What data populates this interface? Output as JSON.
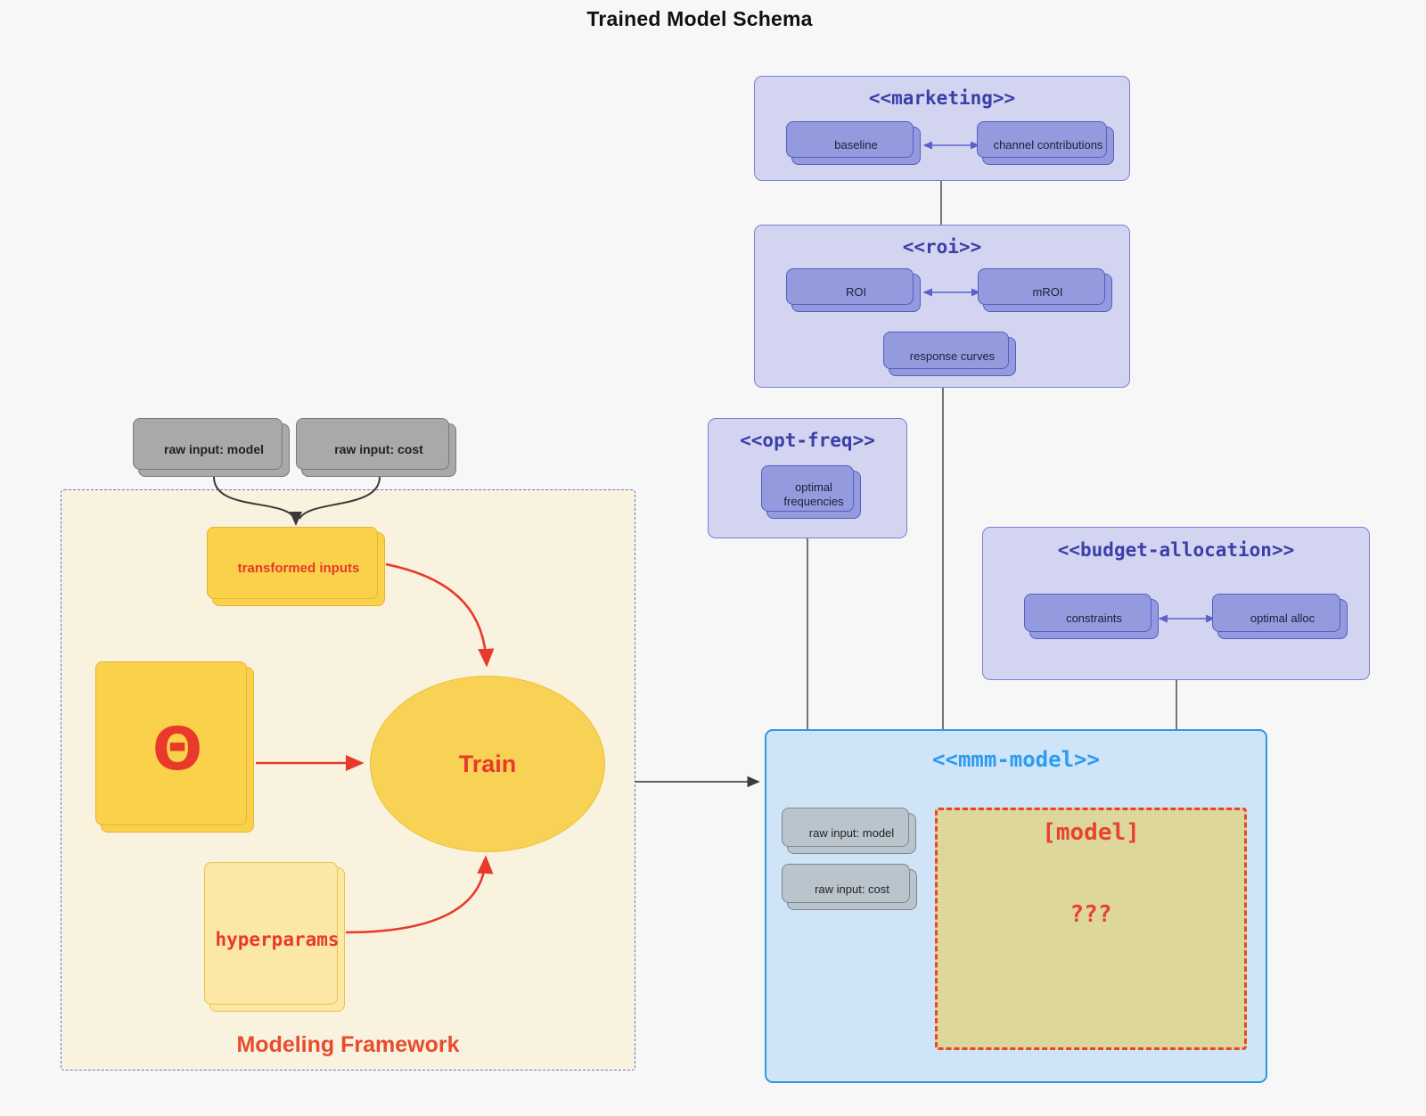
{
  "page_title": "Trained Model Schema",
  "marketing": {
    "title": "<<marketing>>",
    "baseline": "baseline",
    "channel": "channel contributions"
  },
  "roi": {
    "title": "<<roi>>",
    "roi": "ROI",
    "mroi": "mROI",
    "curves": "response curves"
  },
  "opt_freq": {
    "title": "<<opt-freq>>",
    "frequencies": "optimal frequencies"
  },
  "budget": {
    "title": "<<budget-allocation>>",
    "constraints": "constraints",
    "alloc": "optimal alloc"
  },
  "raw_inputs": {
    "model": "raw input: model",
    "cost": "raw input: cost"
  },
  "framework": {
    "label": "Modeling Framework",
    "transformed": "transformed inputs",
    "theta": "Θ",
    "train": "Train",
    "hyperparams": "hyperparams"
  },
  "mmm": {
    "title": "<<mmm-model>>",
    "raw_model": "raw input: model",
    "raw_cost": "raw input: cost",
    "model": "[model]",
    "unknown": "???"
  },
  "colors": {
    "background": "#f7f7f8",
    "lavender_fill": "#d3d5f0",
    "lavender_border": "#7b80d4",
    "stereotype_text": "#3a3fa9",
    "purple_node_fill": "#949ade",
    "purple_node_border": "#565cc1",
    "purple_arrow": "#5c61c9",
    "gray_node_fill": "#a9a9a9",
    "graymmm_node_fill": "#b9c4cc",
    "mmm_fill": "#cfe4f7",
    "mmm_border": "#2b9ae3",
    "mmm_title": "#2b9cf0",
    "framework_fill": "#f9f2de",
    "framework_border": "#6a70d0",
    "yellow_fill": "#fad14b",
    "pale_yellow_fill": "#fbe8a6",
    "olive_fill": "#ddd79b",
    "red_accent": "#e8392b",
    "dark_line": "#3a3a3a"
  }
}
